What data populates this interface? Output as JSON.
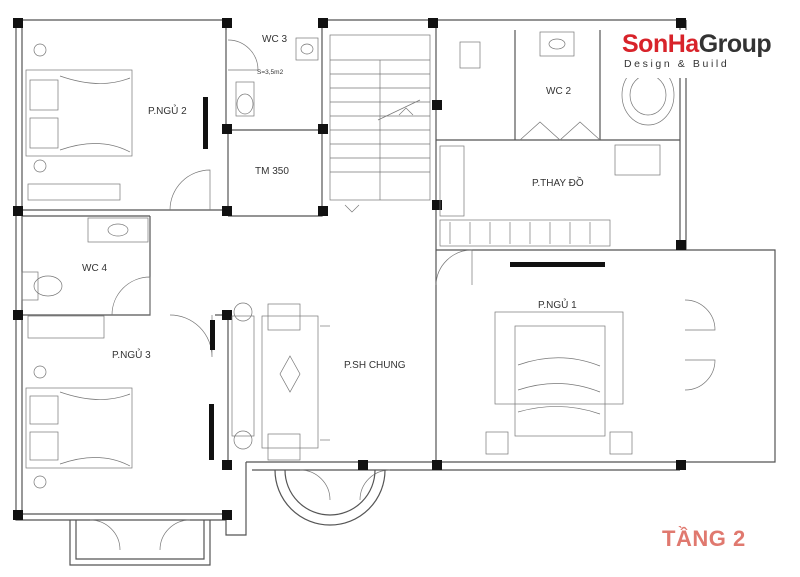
{
  "brand": {
    "logo_mark": "Son",
    "logo_rest": "Ha",
    "logo_group": "Group",
    "tagline": "Design & Build",
    "accent_color": "#d8232a"
  },
  "floor_title": "TẦNG 2",
  "rooms": {
    "bedroom_2": "P.NGỦ 2",
    "wc_3": "WC 3",
    "wc_3_area": "S=3,5m2",
    "tm": "TM 350",
    "wc_2": "WC 2",
    "dressing": "P.THAY ĐỒ",
    "wc_4": "WC 4",
    "bedroom_1": "P.NGỦ 1",
    "bedroom_3": "P.NGỦ 3",
    "living": "P.SH CHUNG"
  }
}
